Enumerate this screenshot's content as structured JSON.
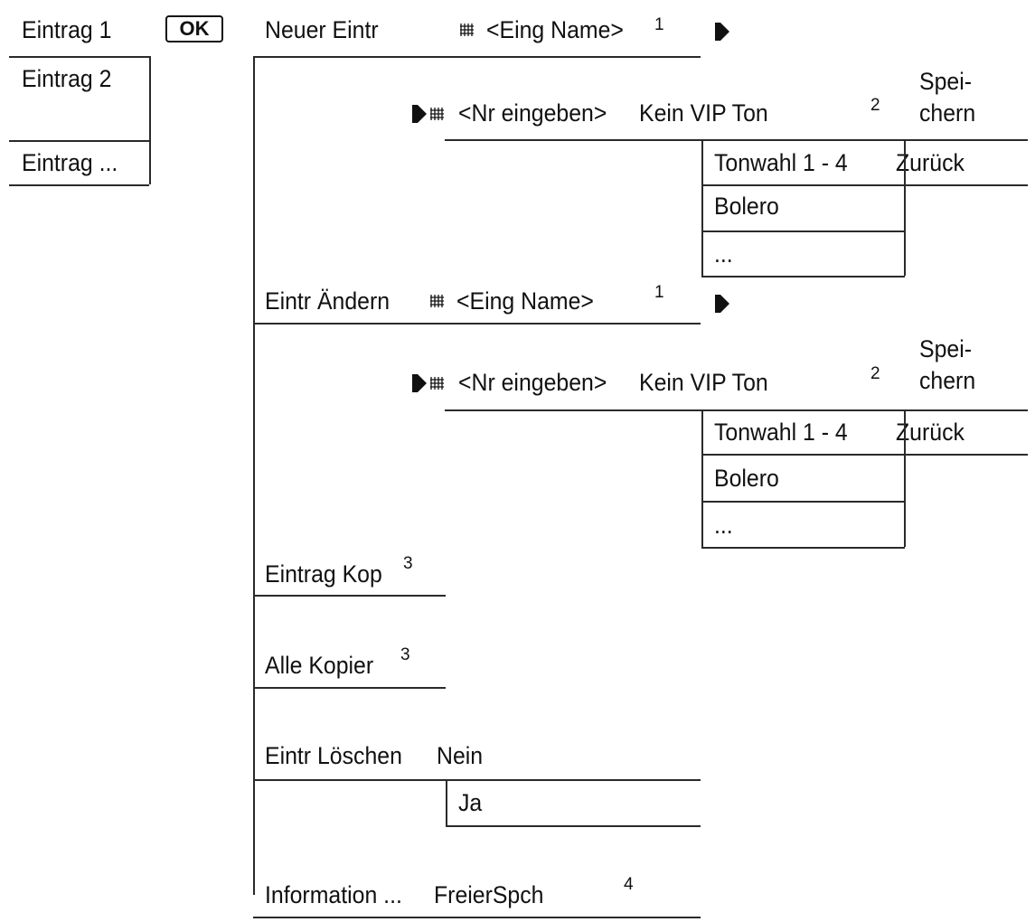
{
  "menu": {
    "entries": [
      "Eintrag 1",
      "Eintrag 2",
      "Eintrag ..."
    ],
    "ok_key": "OK"
  },
  "options": {
    "new_entry": "Neuer Eintr",
    "edit_entry": "Eintr Ändern",
    "copy_entry": "Eintrag Kop",
    "copy_all": "Alle Kopier",
    "delete_entry": "Eintr Löschen",
    "information": "Information ..."
  },
  "fields": {
    "name": "<Eing Name>",
    "number": "<Nr eingeben>",
    "vip_tone": "Kein VIP Ton",
    "save_line1": "Spei-",
    "save_line2": "chern"
  },
  "tone_list": {
    "tone_select": "Tonwahl 1 - 4",
    "back": "Zurück",
    "bolero": "Bolero",
    "more": "..."
  },
  "delete_choices": {
    "no": "Nein",
    "yes": "Ja"
  },
  "info": {
    "free_memory": "FreierSpch"
  },
  "footnotes": {
    "n1": "1",
    "n2": "2",
    "n3": "3",
    "n4": "4"
  }
}
